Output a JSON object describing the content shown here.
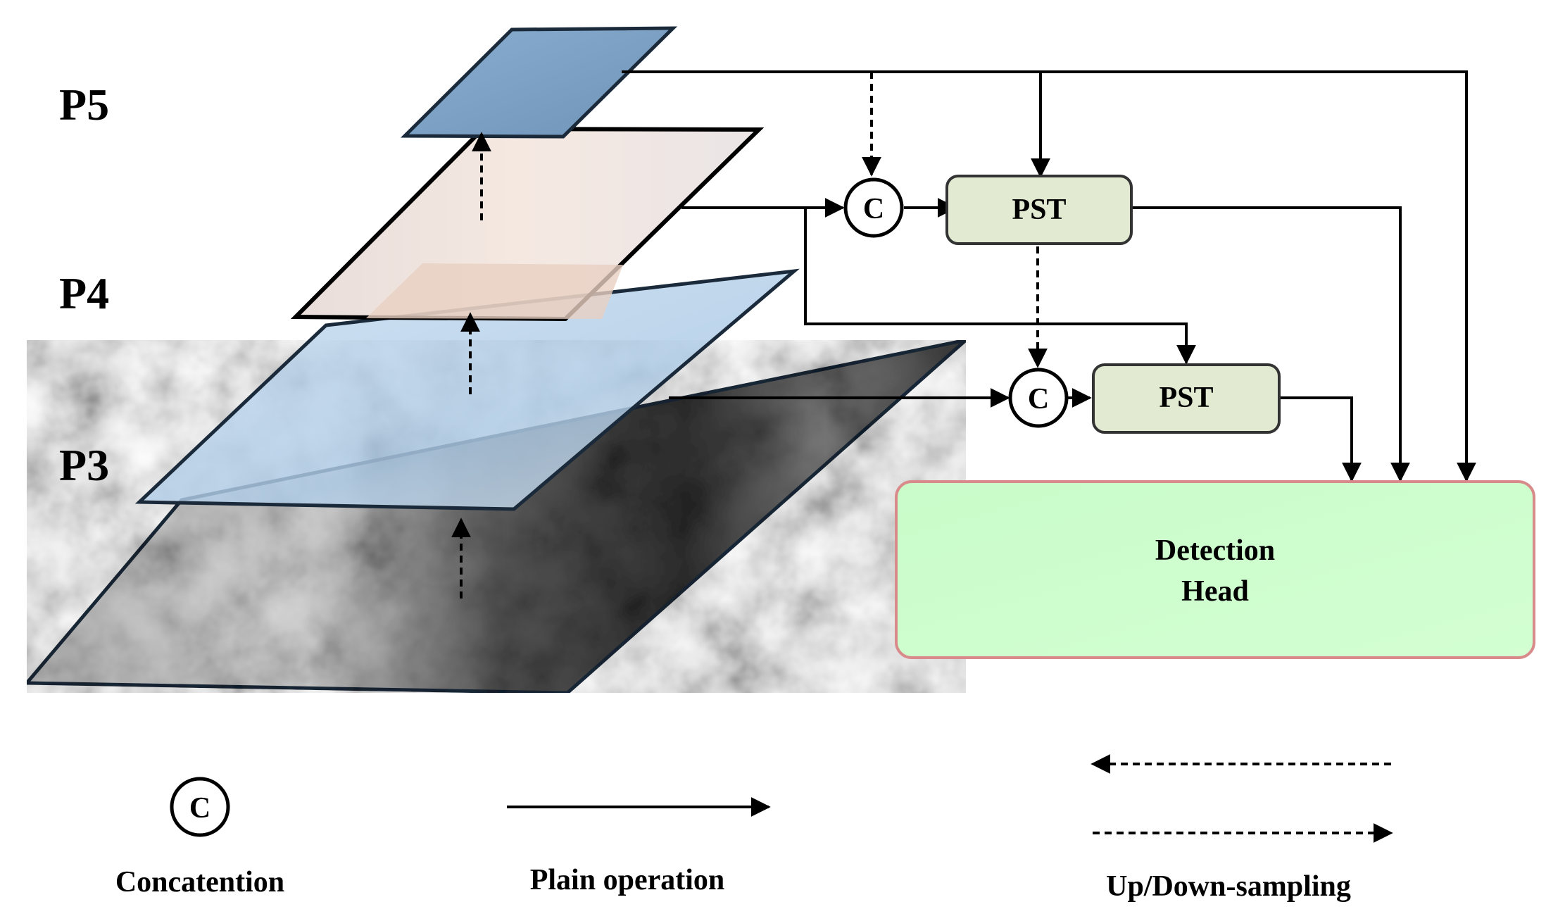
{
  "levels": {
    "p5": "P5",
    "p4": "P4",
    "p3": "P3"
  },
  "nodes": {
    "concat_top": "C",
    "concat_bottom": "C",
    "pst_top": "PST",
    "pst_bottom": "PST",
    "detection_head_line1": "Detection",
    "detection_head_line2": "Head"
  },
  "legend": {
    "concat_symbol": "C",
    "concat_label": "Concatention",
    "plain_label": "Plain operation",
    "sampling_label": "Up/Down-sampling"
  },
  "colors": {
    "p5_fill": "#7fa3c6",
    "p4_fill": "#e8d3c8",
    "p3_fill": "#bcd6ee",
    "pst_fill": "#e2ebd2",
    "pst_stroke": "#333333",
    "head_fill": "#ccffcc",
    "head_stroke": "#d98a8a"
  }
}
